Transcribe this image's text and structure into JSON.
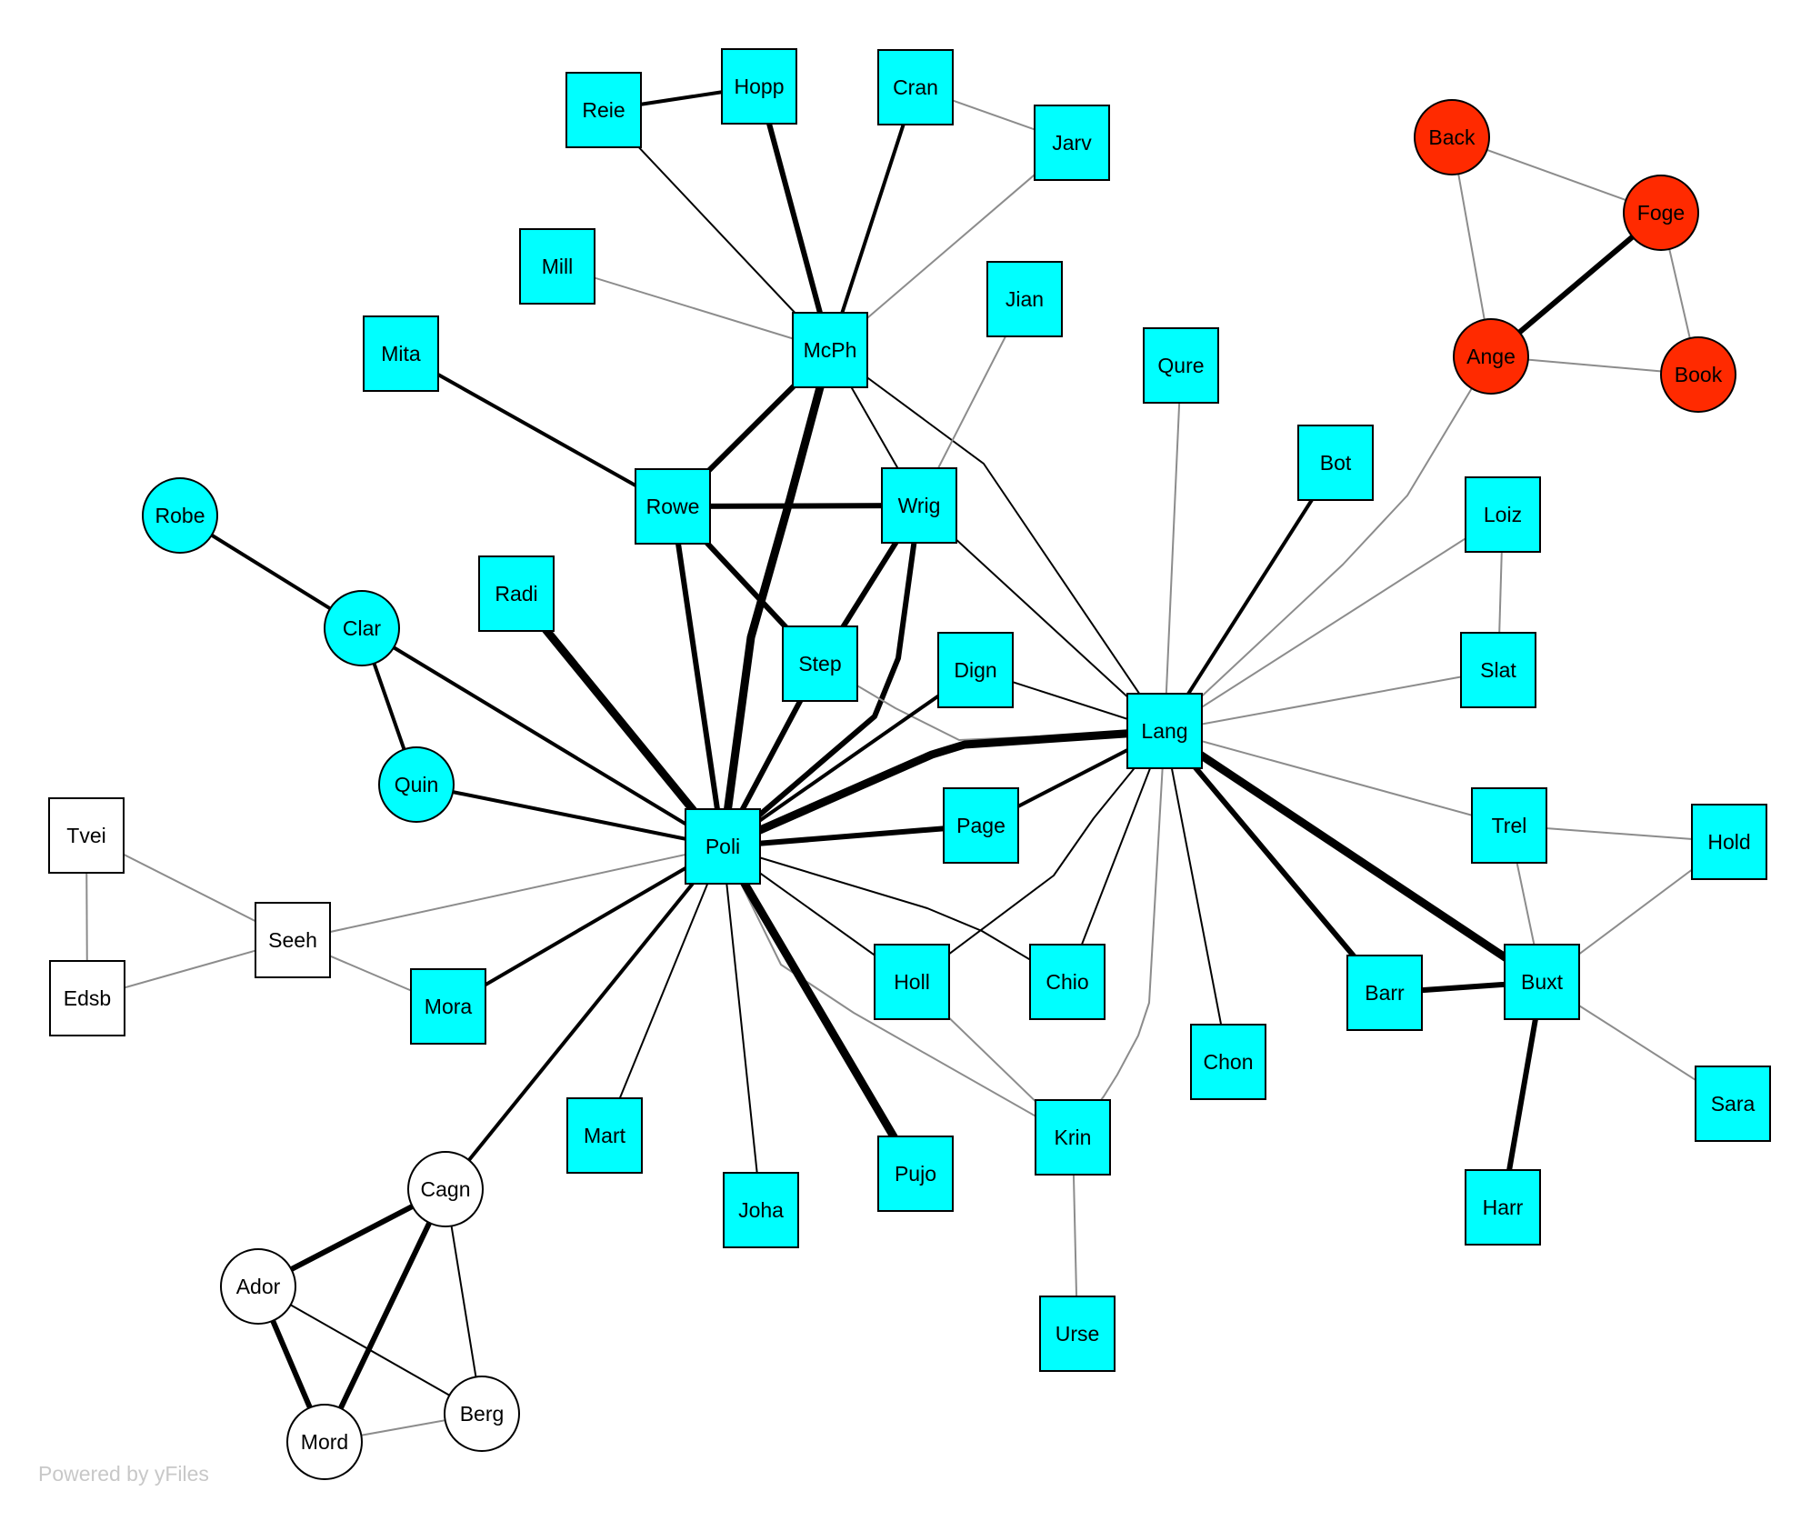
{
  "colors": {
    "cyan": "#00ffff",
    "red": "#ff2a00",
    "white": "#ffffff",
    "stroke": "#000000",
    "gray_edge": "#8c8c8c",
    "black_edge": "#000000"
  },
  "watermark": "Powered by yFiles",
  "nodes": [
    {
      "id": "Hopp",
      "shape": "square",
      "color": "cyan"
    },
    {
      "id": "Reie",
      "shape": "square",
      "color": "cyan"
    },
    {
      "id": "Cran",
      "shape": "square",
      "color": "cyan"
    },
    {
      "id": "Jarv",
      "shape": "square",
      "color": "cyan"
    },
    {
      "id": "Mill",
      "shape": "square",
      "color": "cyan"
    },
    {
      "id": "McPh",
      "shape": "square",
      "color": "cyan"
    },
    {
      "id": "Jian",
      "shape": "square",
      "color": "cyan"
    },
    {
      "id": "Mita",
      "shape": "square",
      "color": "cyan"
    },
    {
      "id": "Qure",
      "shape": "square",
      "color": "cyan"
    },
    {
      "id": "Bot",
      "shape": "square",
      "color": "cyan"
    },
    {
      "id": "Rowe",
      "shape": "square",
      "color": "cyan"
    },
    {
      "id": "Wrig",
      "shape": "square",
      "color": "cyan"
    },
    {
      "id": "Loiz",
      "shape": "square",
      "color": "cyan"
    },
    {
      "id": "Radi",
      "shape": "square",
      "color": "cyan"
    },
    {
      "id": "Step",
      "shape": "square",
      "color": "cyan"
    },
    {
      "id": "Dign",
      "shape": "square",
      "color": "cyan"
    },
    {
      "id": "Slat",
      "shape": "square",
      "color": "cyan"
    },
    {
      "id": "Lang",
      "shape": "square",
      "color": "cyan"
    },
    {
      "id": "Page",
      "shape": "square",
      "color": "cyan"
    },
    {
      "id": "Trel",
      "shape": "square",
      "color": "cyan"
    },
    {
      "id": "Hold",
      "shape": "square",
      "color": "cyan"
    },
    {
      "id": "Poli",
      "shape": "square",
      "color": "cyan"
    },
    {
      "id": "Tvei",
      "shape": "square",
      "color": "white"
    },
    {
      "id": "Seeh",
      "shape": "square",
      "color": "white"
    },
    {
      "id": "Edsb",
      "shape": "square",
      "color": "white"
    },
    {
      "id": "Mora",
      "shape": "square",
      "color": "cyan"
    },
    {
      "id": "Holl",
      "shape": "square",
      "color": "cyan"
    },
    {
      "id": "Chio",
      "shape": "square",
      "color": "cyan"
    },
    {
      "id": "Barr",
      "shape": "square",
      "color": "cyan"
    },
    {
      "id": "Buxt",
      "shape": "square",
      "color": "cyan"
    },
    {
      "id": "Chon",
      "shape": "square",
      "color": "cyan"
    },
    {
      "id": "Sara",
      "shape": "square",
      "color": "cyan"
    },
    {
      "id": "Mart",
      "shape": "square",
      "color": "cyan"
    },
    {
      "id": "Krin",
      "shape": "square",
      "color": "cyan"
    },
    {
      "id": "Pujo",
      "shape": "square",
      "color": "cyan"
    },
    {
      "id": "Joha",
      "shape": "square",
      "color": "cyan"
    },
    {
      "id": "Harr",
      "shape": "square",
      "color": "cyan"
    },
    {
      "id": "Urse",
      "shape": "square",
      "color": "cyan"
    },
    {
      "id": "Robe",
      "shape": "circle",
      "color": "cyan"
    },
    {
      "id": "Clar",
      "shape": "circle",
      "color": "cyan"
    },
    {
      "id": "Quin",
      "shape": "circle",
      "color": "cyan"
    },
    {
      "id": "Cagn",
      "shape": "circle",
      "color": "white"
    },
    {
      "id": "Ador",
      "shape": "circle",
      "color": "white"
    },
    {
      "id": "Mord",
      "shape": "circle",
      "color": "white"
    },
    {
      "id": "Berg",
      "shape": "circle",
      "color": "white"
    },
    {
      "id": "Back",
      "shape": "circle",
      "color": "red"
    },
    {
      "id": "Foge",
      "shape": "circle",
      "color": "red"
    },
    {
      "id": "Ange",
      "shape": "circle",
      "color": "red"
    },
    {
      "id": "Book",
      "shape": "circle",
      "color": "red"
    }
  ],
  "edges": [
    {
      "source": "Reie",
      "target": "Hopp",
      "weight": "medium"
    },
    {
      "source": "Reie",
      "target": "McPh",
      "weight": "thin"
    },
    {
      "source": "Hopp",
      "target": "McPh",
      "weight": "heavy"
    },
    {
      "source": "Cran",
      "target": "McPh",
      "weight": "medium"
    },
    {
      "source": "Cran",
      "target": "Jarv",
      "weight": "gray"
    },
    {
      "source": "Jarv",
      "target": "McPh",
      "weight": "gray"
    },
    {
      "source": "Mill",
      "target": "McPh",
      "weight": "gray"
    },
    {
      "source": "McPh",
      "target": "Rowe",
      "weight": "heavy"
    },
    {
      "source": "McPh",
      "target": "Poli",
      "weight": "heaviest"
    },
    {
      "source": "McPh",
      "target": "Wrig",
      "weight": "thin"
    },
    {
      "source": "McPh",
      "target": "Lang",
      "weight": "thin"
    },
    {
      "source": "Jian",
      "target": "Wrig",
      "weight": "gray"
    },
    {
      "source": "Mita",
      "target": "Rowe",
      "weight": "medium"
    },
    {
      "source": "Rowe",
      "target": "Wrig",
      "weight": "heavy"
    },
    {
      "source": "Rowe",
      "target": "Step",
      "weight": "heavy"
    },
    {
      "source": "Rowe",
      "target": "Poli",
      "weight": "heavy"
    },
    {
      "source": "Wrig",
      "target": "Step",
      "weight": "heavy"
    },
    {
      "source": "Wrig",
      "target": "Poli",
      "weight": "heavy"
    },
    {
      "source": "Wrig",
      "target": "Lang",
      "weight": "thin"
    },
    {
      "source": "Step",
      "target": "Poli",
      "weight": "heavy"
    },
    {
      "source": "Step",
      "target": "Lang",
      "weight": "gray"
    },
    {
      "source": "Radi",
      "target": "Poli",
      "weight": "heaviest"
    },
    {
      "source": "Dign",
      "target": "Poli",
      "weight": "medium"
    },
    {
      "source": "Dign",
      "target": "Lang",
      "weight": "thin"
    },
    {
      "source": "Lang",
      "target": "Poli",
      "weight": "heaviest"
    },
    {
      "source": "Page",
      "target": "Poli",
      "weight": "heavy"
    },
    {
      "source": "Page",
      "target": "Lang",
      "weight": "medium"
    },
    {
      "source": "Qure",
      "target": "Lang",
      "weight": "gray"
    },
    {
      "source": "Bot",
      "target": "Lang",
      "weight": "medium"
    },
    {
      "source": "Loiz",
      "target": "Lang",
      "weight": "gray"
    },
    {
      "source": "Loiz",
      "target": "Slat",
      "weight": "gray"
    },
    {
      "source": "Slat",
      "target": "Lang",
      "weight": "gray"
    },
    {
      "source": "Ange",
      "target": "Lang",
      "weight": "gray"
    },
    {
      "source": "Trel",
      "target": "Lang",
      "weight": "gray"
    },
    {
      "source": "Trel",
      "target": "Hold",
      "weight": "gray"
    },
    {
      "source": "Trel",
      "target": "Buxt",
      "weight": "gray"
    },
    {
      "source": "Hold",
      "target": "Buxt",
      "weight": "gray"
    },
    {
      "source": "Lang",
      "target": "Buxt",
      "weight": "heaviest"
    },
    {
      "source": "Lang",
      "target": "Barr",
      "weight": "heavy"
    },
    {
      "source": "Barr",
      "target": "Buxt",
      "weight": "heavy"
    },
    {
      "source": "Buxt",
      "target": "Sara",
      "weight": "gray"
    },
    {
      "source": "Buxt",
      "target": "Harr",
      "weight": "heavy"
    },
    {
      "source": "Lang",
      "target": "Chon",
      "weight": "thin"
    },
    {
      "source": "Lang",
      "target": "Chio",
      "weight": "thin"
    },
    {
      "source": "Lang",
      "target": "Holl",
      "weight": "thin"
    },
    {
      "source": "Lang",
      "target": "Krin",
      "weight": "gray"
    },
    {
      "source": "Robe",
      "target": "Clar",
      "weight": "medium"
    },
    {
      "source": "Clar",
      "target": "Quin",
      "weight": "medium"
    },
    {
      "source": "Clar",
      "target": "Poli",
      "weight": "medium"
    },
    {
      "source": "Quin",
      "target": "Poli",
      "weight": "medium"
    },
    {
      "source": "Tvei",
      "target": "Edsb",
      "weight": "gray"
    },
    {
      "source": "Tvei",
      "target": "Seeh",
      "weight": "gray"
    },
    {
      "source": "Edsb",
      "target": "Seeh",
      "weight": "gray"
    },
    {
      "source": "Seeh",
      "target": "Mora",
      "weight": "gray"
    },
    {
      "source": "Seeh",
      "target": "Poli",
      "weight": "gray"
    },
    {
      "source": "Mora",
      "target": "Poli",
      "weight": "medium"
    },
    {
      "source": "Poli",
      "target": "Holl",
      "weight": "thin"
    },
    {
      "source": "Poli",
      "target": "Chio",
      "weight": "thin"
    },
    {
      "source": "Poli",
      "target": "Krin",
      "weight": "gray"
    },
    {
      "source": "Poli",
      "target": "Mart",
      "weight": "thin"
    },
    {
      "source": "Poli",
      "target": "Joha",
      "weight": "thin"
    },
    {
      "source": "Poli",
      "target": "Pujo",
      "weight": "heaviest"
    },
    {
      "source": "Poli",
      "target": "Cagn",
      "weight": "medium"
    },
    {
      "source": "Holl",
      "target": "Krin",
      "weight": "gray"
    },
    {
      "source": "Krin",
      "target": "Urse",
      "weight": "gray"
    },
    {
      "source": "Cagn",
      "target": "Ador",
      "weight": "heavy"
    },
    {
      "source": "Cagn",
      "target": "Mord",
      "weight": "heavy"
    },
    {
      "source": "Cagn",
      "target": "Berg",
      "weight": "thin"
    },
    {
      "source": "Ador",
      "target": "Mord",
      "weight": "heavy"
    },
    {
      "source": "Ador",
      "target": "Berg",
      "weight": "thin"
    },
    {
      "source": "Mord",
      "target": "Berg",
      "weight": "gray"
    },
    {
      "source": "Back",
      "target": "Foge",
      "weight": "gray"
    },
    {
      "source": "Back",
      "target": "Ange",
      "weight": "gray"
    },
    {
      "source": "Foge",
      "target": "Ange",
      "weight": "heavy"
    },
    {
      "source": "Foge",
      "target": "Book",
      "weight": "gray"
    },
    {
      "source": "Ange",
      "target": "Book",
      "weight": "gray"
    }
  ]
}
